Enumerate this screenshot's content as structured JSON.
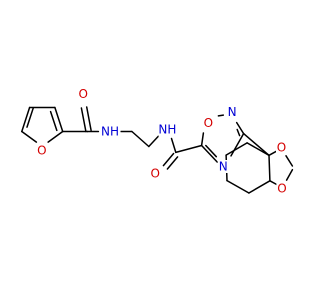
{
  "molecule": {
    "atoms": {
      "furan_o": {
        "text": "O",
        "color": "#d40000"
      },
      "amide1_o": {
        "text": "O",
        "color": "#d40000"
      },
      "amide1_n": {
        "text": "NH",
        "color": "#0000d4"
      },
      "amide2_n": {
        "text": "NH",
        "color": "#0000d4"
      },
      "amide2_o": {
        "text": "O",
        "color": "#d40000"
      },
      "oxadiazole_o": {
        "text": "O",
        "color": "#d40000"
      },
      "oxadiazole_n2": {
        "text": "N",
        "color": "#0000d4"
      },
      "oxadiazole_n4": {
        "text": "N",
        "color": "#0000d4"
      },
      "dioxole_o1": {
        "text": "O",
        "color": "#d40000"
      },
      "dioxole_o2": {
        "text": "O",
        "color": "#d40000"
      }
    }
  }
}
